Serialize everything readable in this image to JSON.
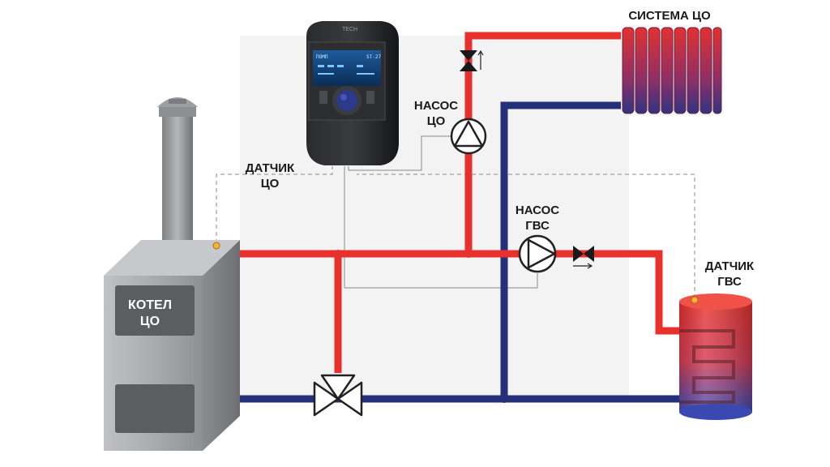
{
  "labels": {
    "boiler_line1": "КОТЕЛ",
    "boiler_line2": "ЦО",
    "co_sensor_line1": "ДАТЧИК",
    "co_sensor_line2": "ЦО",
    "co_pump_line1": "НАСОС",
    "co_pump_line2": "ЦО",
    "hw_pump_line1": "НАСОС",
    "hw_pump_line2": "ГВС",
    "hw_sensor_line1": "ДАТЧИК",
    "hw_sensor_line2": "ГВС",
    "radiator_system": "СИСТЕМА ЦО"
  },
  "controller": {
    "brand": "TECH",
    "model": "ST-27",
    "screen_text": "ПОМП"
  },
  "colors": {
    "supply_pipe": "#e8302c",
    "return_pipe": "#25307a",
    "sensor_dot": "#f2b632",
    "controller_body": "#1e1f22",
    "boiler_body": "#a9abae",
    "wire": "#888888"
  },
  "icons": {
    "boiler": "boiler-icon",
    "chimney": "chimney-icon",
    "controller": "controller-icon",
    "pump": "pump-icon",
    "check_valve": "check-valve-icon",
    "three_way_valve": "three-way-valve-icon",
    "radiator": "radiator-icon",
    "tank": "hot-water-tank-icon"
  }
}
